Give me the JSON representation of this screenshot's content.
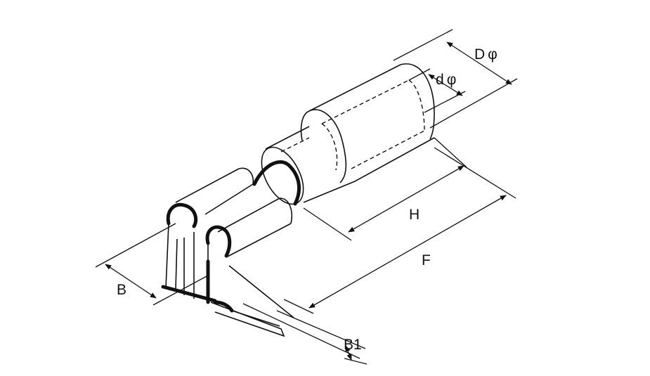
{
  "labels": {
    "D": "D",
    "d": "d",
    "phi": "φ",
    "H": "H",
    "F": "F",
    "B": "B",
    "B1": "B1"
  },
  "colors": {
    "ink": "#111111",
    "background": "#ffffff"
  }
}
